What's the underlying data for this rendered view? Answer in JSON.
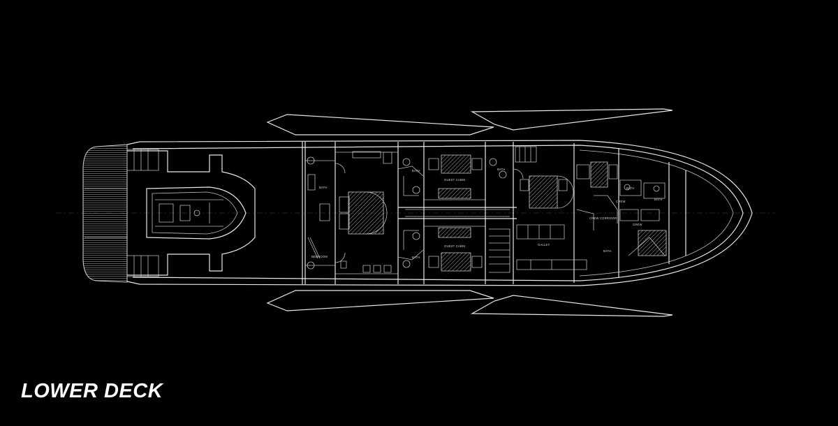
{
  "title": "LOWER DECK",
  "room_labels": {
    "bath_aft": "BATH",
    "bedroom": "BEDROOM",
    "bath_port_1": "BATH",
    "bath_stbd_1": "BATH",
    "guest_cabin_port": "GUEST CABIN",
    "guest_cabin_stbd": "GUEST CABIN",
    "bath_fwd": "BATH",
    "bath_crew_1": "BATH",
    "bath_crew_2": "BATH",
    "crew_1": "CREW",
    "crew_2": "CREW",
    "crew_corridor": "CREW CORRIDOR",
    "galley": "GALLEY",
    "crew_bath_fwd": "BATH"
  },
  "colors": {
    "background": "#000000",
    "lines": "#e8e8e8",
    "title": "#ffffff"
  }
}
